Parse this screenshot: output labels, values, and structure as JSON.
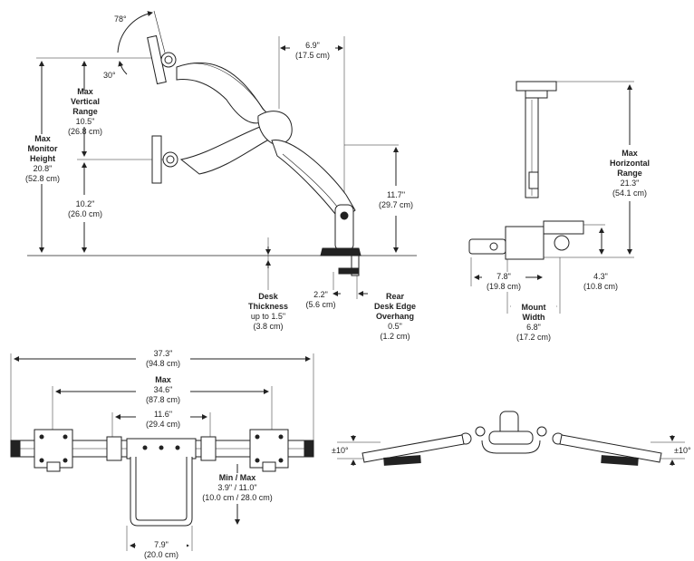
{
  "side_view": {
    "tilt_up": "78°",
    "tilt_down": "30°",
    "max_vertical_range": {
      "title_lines": [
        "Max",
        "Vertical",
        "Range"
      ],
      "imperial": "10.5\"",
      "metric": "(26.8 cm)"
    },
    "max_monitor_height": {
      "title_lines": [
        "Max",
        "Monitor",
        "Height"
      ],
      "imperial": "20.8\"",
      "metric": "(52.8 cm)"
    },
    "lower_height": {
      "imperial": "10.2\"",
      "metric": "(26.0 cm)"
    },
    "arm_offset": {
      "imperial": "6.9\"",
      "metric": "(17.5 cm)"
    },
    "pole_height": {
      "imperial": "11.7\"",
      "metric": "(29.7 cm)"
    },
    "desk_thickness": {
      "title_lines": [
        "Desk",
        "Thickness"
      ],
      "range": "up to 1.5\"",
      "metric": "(3.8 cm)"
    },
    "clamp_depth": {
      "imperial": "2.2\"",
      "metric": "(5.6 cm)"
    },
    "rear_overhang": {
      "title_lines": [
        "Rear",
        "Desk Edge",
        "Overhang"
      ],
      "imperial": "0.5\"",
      "metric": "(1.2 cm)"
    }
  },
  "top_view": {
    "max_horizontal_range": {
      "title_lines": [
        "Max",
        "Horizontal",
        "Range"
      ],
      "imperial": "21.3\"",
      "metric": "(54.1 cm)"
    },
    "clamp_offset": {
      "imperial": "7.8\"",
      "metric": "(19.8 cm)"
    },
    "mount_width": {
      "title_lines": [
        "Mount",
        "Width"
      ],
      "imperial": "6.8\"",
      "metric": "(17.2 cm)"
    },
    "base_offset": {
      "imperial": "4.3\"",
      "metric": "(10.8 cm)"
    }
  },
  "crossbar_view": {
    "overall_width": {
      "imperial": "37.3\"",
      "metric": "(94.8 cm)"
    },
    "max_width": {
      "title": "Max",
      "imperial": "34.6\"",
      "metric": "(87.8 cm)"
    },
    "center_span": {
      "imperial": "11.6\"",
      "metric": "(29.4 cm)"
    },
    "min_max_depth": {
      "title": "Min / Max",
      "imperial": "3.9\" / 11.0\"",
      "metric": "(10.0 cm / 28.0 cm)"
    },
    "base_width": {
      "imperial": "7.9\"",
      "metric": "(20.0 cm)"
    }
  },
  "angle_view": {
    "left_tilt": "±10°",
    "right_tilt": "±10°"
  }
}
